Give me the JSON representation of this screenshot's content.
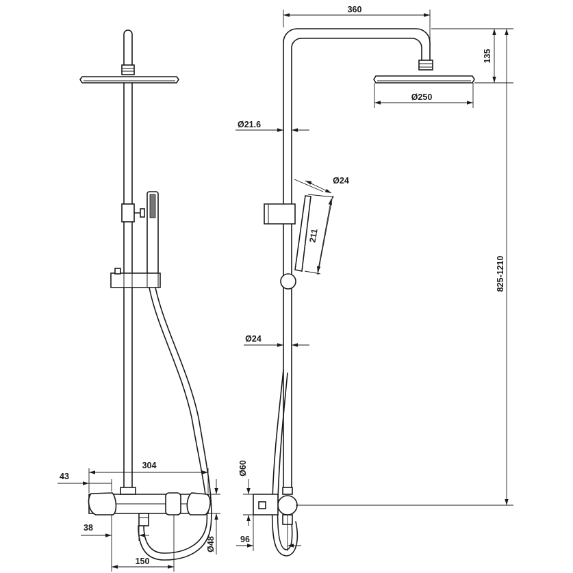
{
  "dimensions": {
    "width_top": "360",
    "head_height": "135",
    "head_diameter": "Ø250",
    "pipe_diameter": "Ø21.6",
    "hand_diameter": "Ø24",
    "hand_length": "211",
    "rail_diameter": "Ø24",
    "height_range": "825-1210",
    "body_diameter": "Ø60",
    "offset_side": "96",
    "offset_left": "43",
    "mixer_width": "304",
    "handle_offset": "38",
    "outlet_spacing": "150",
    "body_diameter_front": "Ø48"
  }
}
